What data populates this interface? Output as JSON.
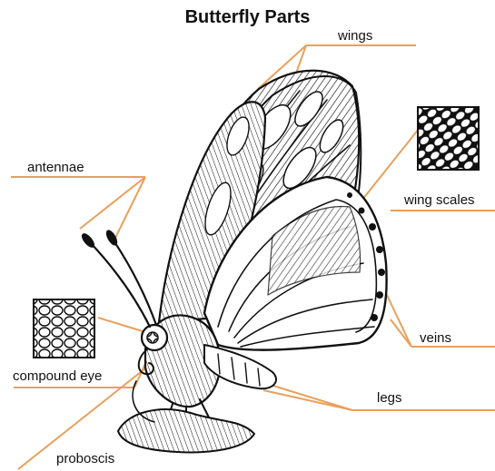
{
  "title": "Butterfly Parts",
  "labels": {
    "wings": "wings",
    "antennae": "antennae",
    "wing_scales": "wing scales",
    "veins": "veins",
    "compound_eye": "compound eye",
    "legs": "legs",
    "proboscis": "proboscis"
  },
  "colors": {
    "leader_line": "#E8A05C",
    "ink": "#111111",
    "background": "#ffffff"
  }
}
